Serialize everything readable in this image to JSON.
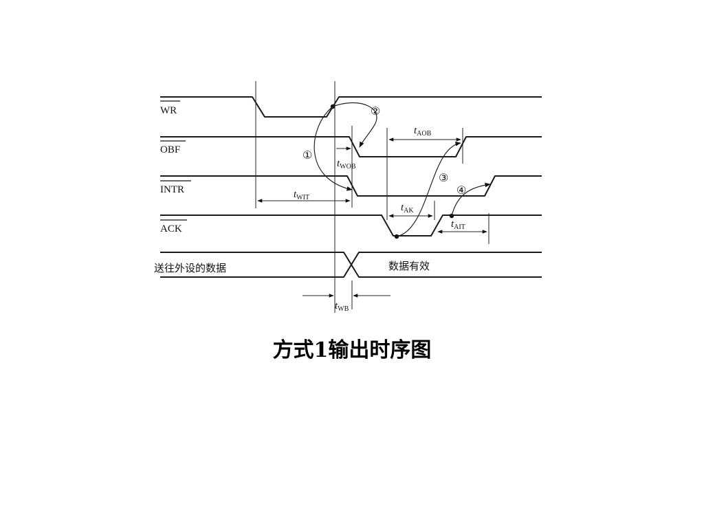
{
  "signals": {
    "wr": "WR",
    "obf": "OBF",
    "intr": "INTR",
    "ack": "ACK",
    "data_before": "送往外设的数据",
    "data_after": "数据有效"
  },
  "timings": {
    "t": "t",
    "wit": "WIT",
    "wob": "WOB",
    "aob": "AOB",
    "ak": "AK",
    "ait": "AIT",
    "wb": "WB"
  },
  "markers": [
    "①",
    "②",
    "③",
    "④"
  ],
  "caption": "方式1输出时序图"
}
